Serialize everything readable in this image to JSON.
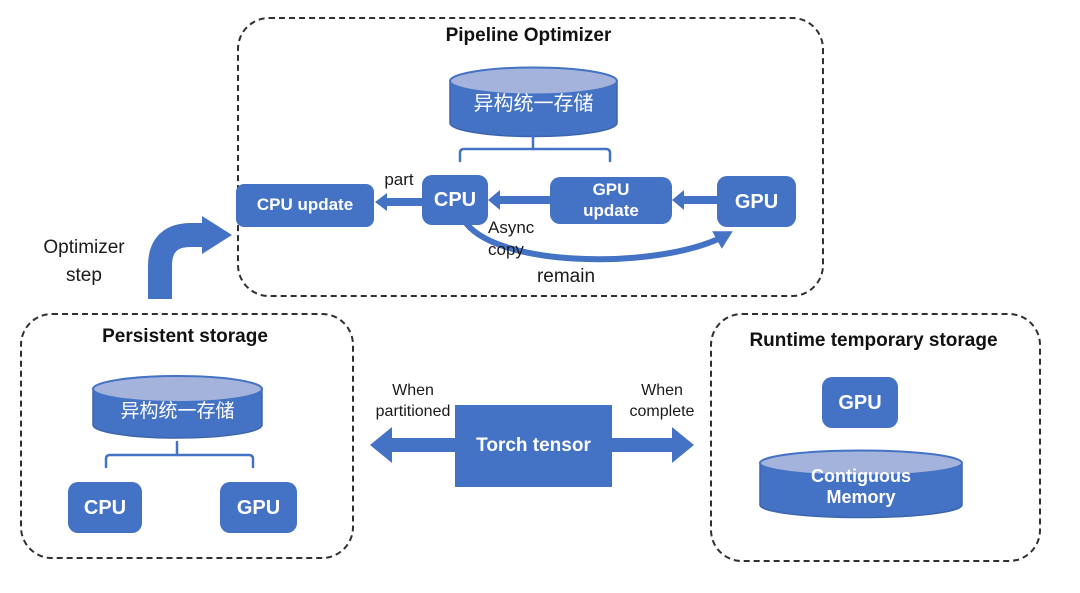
{
  "diagram": {
    "pipeline": {
      "title": "Pipeline Optimizer",
      "storage_label": "异构统一存储",
      "cpu_update": "CPU update",
      "cpu": "CPU",
      "gpu_update": "GPU\nupdate",
      "gpu": "GPU",
      "part": "part",
      "async_copy": "Async\ncopy",
      "remain": "remain"
    },
    "optimizer_step": "Optimizer\nstep",
    "persistent": {
      "title": "Persistent storage",
      "storage_label": "异构统一存储",
      "cpu": "CPU",
      "gpu": "GPU"
    },
    "runtime": {
      "title": "Runtime temporary storage",
      "gpu": "GPU",
      "memory_label": "Contiguous\nMemory"
    },
    "tensor": {
      "label": "Torch tensor",
      "when_partitioned": "When\npartitioned",
      "when_complete": "When\ncomplete"
    },
    "colors": {
      "primary_blue": "#4472C4",
      "cylinder_top": "#A3B3DC",
      "outline": "#2F2F2F"
    }
  }
}
